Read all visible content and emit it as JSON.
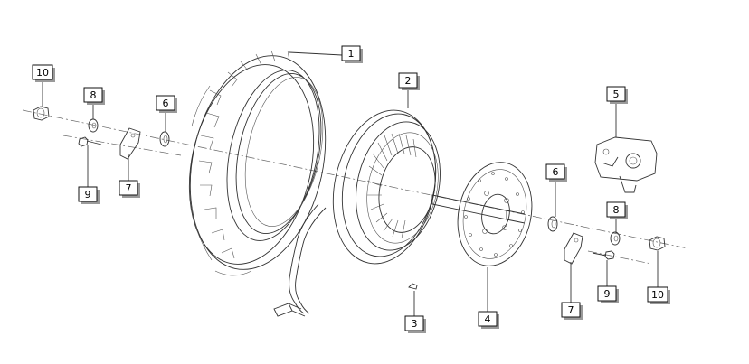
{
  "callouts": [
    {
      "id": "tire",
      "label": "1"
    },
    {
      "id": "hub-motor-rim",
      "label": "2"
    },
    {
      "id": "valve",
      "label": "3"
    },
    {
      "id": "brake-disc",
      "label": "4"
    },
    {
      "id": "brake-caliper",
      "label": "5"
    },
    {
      "id": "spacer-left",
      "label": "6"
    },
    {
      "id": "spacer-right",
      "label": "6"
    },
    {
      "id": "anti-rotation-plate-left",
      "label": "7"
    },
    {
      "id": "anti-rotation-plate-right",
      "label": "7"
    },
    {
      "id": "washer-left",
      "label": "8"
    },
    {
      "id": "washer-right",
      "label": "8"
    },
    {
      "id": "bolt-left",
      "label": "9"
    },
    {
      "id": "bolt-right",
      "label": "9"
    },
    {
      "id": "axle-nut-left",
      "label": "10"
    },
    {
      "id": "axle-nut-right",
      "label": "10"
    }
  ]
}
